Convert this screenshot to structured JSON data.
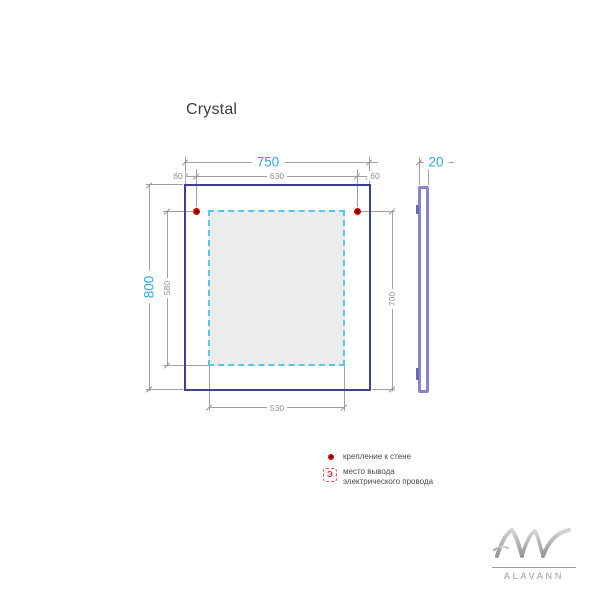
{
  "title": "Crystal",
  "dims": {
    "width": "750",
    "height": "800",
    "depth": "20",
    "mount_span": "630",
    "mount_offset_left": "60",
    "mount_offset_right": "60",
    "light_height": "580",
    "mount_to_bottom": "700",
    "light_width": "530"
  },
  "legend": {
    "items": [
      {
        "icon": "mount-dot",
        "label": "крепление к стене"
      },
      {
        "icon": "electric-outlet-symbol",
        "letter": "Э",
        "label_line1": "место вывода",
        "label_line2": "электрического провода"
      }
    ]
  },
  "brand": {
    "name": "ALAVANN"
  },
  "colors": {
    "dim_highlight": "#2aa9e2",
    "dim_gray": "#8e8e8e",
    "mirror_outline": "#3e4095",
    "side_profile": "#8488cb",
    "backlight_border": "#55c7ef",
    "backlight_fill": "#ececec",
    "mount_dot_red": "#d40000",
    "legend_symbol_red": "#d92b2b",
    "text_dark": "#3c3c3c",
    "brand_gray": "#9a9a9a"
  }
}
